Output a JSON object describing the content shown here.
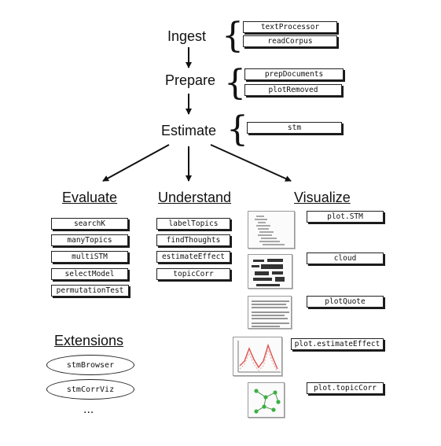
{
  "stages": {
    "ingest": "Ingest",
    "prepare": "Prepare",
    "estimate": "Estimate"
  },
  "functions": {
    "ingest": [
      "textProcessor",
      "readCorpus"
    ],
    "prepare": [
      "prepDocuments",
      "plotRemoved"
    ],
    "estimate": [
      "stm"
    ]
  },
  "branches": {
    "evaluate": {
      "heading": "Evaluate",
      "items": [
        "searchK",
        "manyTopics",
        "multiSTM",
        "selectModel",
        "permutationTest"
      ]
    },
    "understand": {
      "heading": "Understand",
      "items": [
        "labelTopics",
        "findThoughts",
        "estimateEffect",
        "topicCorr"
      ]
    },
    "visualize": {
      "heading": "Visualize",
      "items": [
        "plot.STM",
        "cloud",
        "plotQuote",
        "plot.estimateEffect",
        "plot.topicCorr"
      ]
    }
  },
  "extensions": {
    "heading": "Extensions",
    "items": [
      "stmBrowser",
      "stmCorrViz"
    ],
    "more": "..."
  },
  "colors": {
    "ink": "#111111",
    "plot_line": "#d9534f",
    "network_node": "#3cb043"
  }
}
